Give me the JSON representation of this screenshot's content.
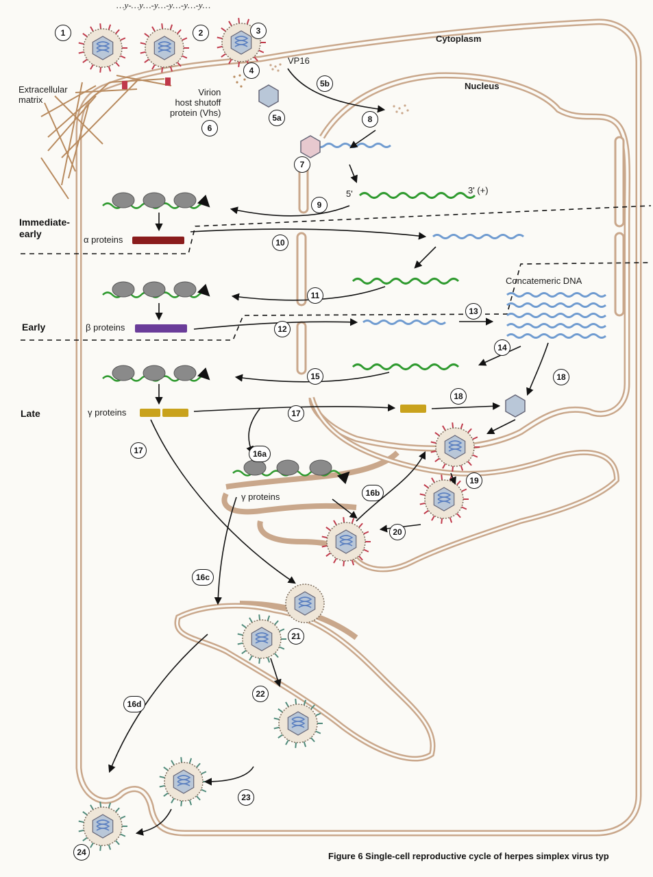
{
  "top_text": "…y-…y…-y…-y…-y…-y…",
  "labels": {
    "extracellular": "Extracellular\nmatrix",
    "vp16": "VP16",
    "vhs": "Virion\nhost shutoff\nprotein (Vhs)",
    "cytoplasm": "Cytoplasm",
    "nucleus": "Nucleus",
    "five_prime": "5'",
    "three_prime": "3' (+)",
    "concatemeric": "Concatemeric DNA",
    "alpha_proteins": "α proteins",
    "beta_proteins": "β proteins",
    "gamma_proteins": "γ proteins",
    "gamma_proteins_er": "γ proteins"
  },
  "stages": {
    "immediate_early": "Immediate-\nearly",
    "early": "Early",
    "late": "Late"
  },
  "steps": [
    "1",
    "2",
    "3",
    "4",
    "5a",
    "5b",
    "6",
    "7",
    "8",
    "9",
    "10",
    "11",
    "12",
    "13",
    "14",
    "15",
    "16a",
    "16b",
    "16c",
    "16d",
    "17",
    "17",
    "18",
    "18",
    "19",
    "20",
    "21",
    "22",
    "23",
    "24"
  ],
  "caption": "Figure 6  Single-cell reproductive cycle of herpes simplex virus typ",
  "colors": {
    "membrane": "#c9a78b",
    "membrane_dark": "#8a6a50",
    "capsid": "#b9c7d8",
    "dna": "#5a7fc0",
    "mrna": "#2f9a2f",
    "alpha_bar": "#8a1c1c",
    "beta_bar": "#6a3c99",
    "gamma_bar": "#c9a21c",
    "ribosome": "#8a8a8a",
    "spike_red": "#c0394a",
    "spike_green": "#4f8a7a"
  }
}
